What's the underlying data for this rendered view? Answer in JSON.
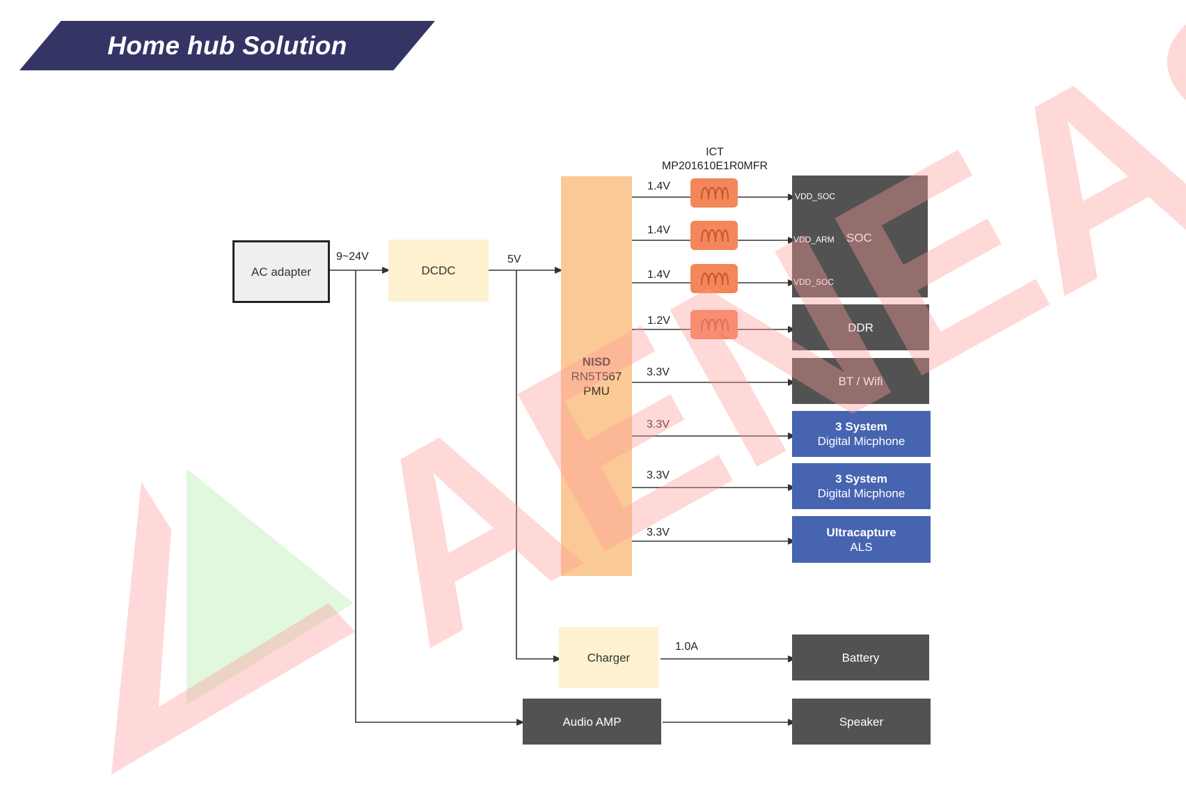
{
  "header": {
    "title": "Home hub Solution"
  },
  "watermark": {
    "text": "AENEAS",
    "color": "#ff9a9a",
    "triangle_color": "#cdf1c8"
  },
  "inductor": {
    "vendor": "ICT",
    "part": "MP201610E1R0MFR",
    "color": "#f4865a"
  },
  "blocks": {
    "ac_adapter": "AC adapter",
    "dcdc": "DCDC",
    "pmu": {
      "brand": "NISD",
      "part": "RN5T567",
      "type": "PMU"
    },
    "soc": {
      "label": "SOC",
      "pins": [
        "VDD_SOC",
        "VDD_ARM",
        "VDD_SOC"
      ]
    },
    "ddr": "DDR",
    "bt_wifi": "BT / Wifi",
    "mic1": {
      "line1": "3 System",
      "line2": "Digital Micphone"
    },
    "mic2": {
      "line1": "3 System",
      "line2": "Digital Micphone"
    },
    "als": {
      "line1": "Ultracapture",
      "line2": "ALS"
    },
    "charger": "Charger",
    "battery": "Battery",
    "audio_amp": "Audio AMP",
    "speaker": "Speaker"
  },
  "rails": {
    "input": "9~24V",
    "dcdc_out": "5V",
    "soc1": "1.4V",
    "soc2": "1.4V",
    "soc3": "1.4V",
    "ddr": "1.2V",
    "bt": "3.3V",
    "mic1": "3.3V",
    "mic2": "3.3V",
    "als": "3.3V",
    "charge": "1.0A"
  },
  "colors": {
    "banner": "#343565",
    "dark_block": "#525252",
    "blue_block": "#4664b0",
    "light_block": "#fdf1cf",
    "pmu_block": "#fbc995"
  }
}
